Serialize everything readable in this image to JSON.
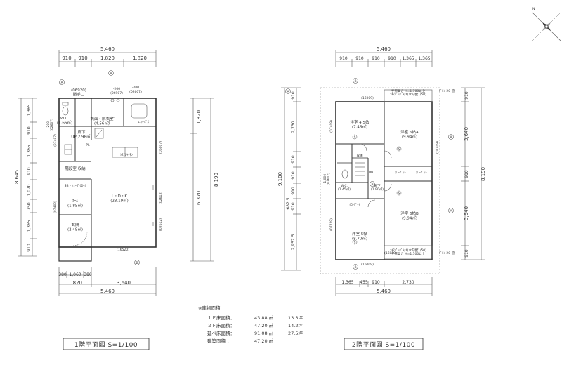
{
  "floor1": {
    "title": "1階平面図 S=1/100",
    "top_total": "5,460",
    "top_dims": [
      "910",
      "910",
      "1,820",
      "1,820"
    ],
    "bottom_dims_a": [
      "380",
      "1,060",
      "380"
    ],
    "bottom_dims_b": [
      "1,820",
      "3,640"
    ],
    "bottom_total": "5,460",
    "left_dims": [
      "1,365",
      "910",
      "1,365",
      "910",
      "1,070",
      "750",
      "1,365",
      "910"
    ],
    "left_total": "8,645",
    "right_dims": [
      "1,820",
      "6,370"
    ],
    "right_total": "8,190",
    "rooms": {
      "katteguchi": "(06920)\n勝手口",
      "senmen": "洗面・脱衣室\n(4.56㎡)",
      "ut": "ﾕﾆｯﾄﾊﾞｽ",
      "wc": "W.C.\n(1.66㎡)",
      "rouka": "廊下\nUP(2.98㎡)",
      "system_kitchen": "ｼｽﾃﾑｷｯﾁﾝ",
      "ldk": "L・D・K\n(23.19㎡)",
      "kaidan": "階段室 収納",
      "shoe": "SB・ｼｭｰｽﾞｸﾛｰｸ",
      "hall": "ﾎｰﾙ\n(1.85㎡)",
      "genkan": "玄関\n(2.49㎡)",
      "pl": "PL"
    },
    "notes": {
      "n200a": "-200",
      "n02607": "(02607)",
      "n06907": "(06907)",
      "n200b": "-200",
      "n16520": "(16520)",
      "n07407": "(07407)",
      "n07409": "(07409)",
      "n02613": "(02613)",
      "n02612": "(02612)",
      "n06007": "(06007)",
      "n200c": "-200\n(02607)"
    }
  },
  "floor2": {
    "title": "2階平面図 S=1/100",
    "top_total": "5,460",
    "top_dims": [
      "910",
      "910",
      "910",
      "910",
      "1,365",
      "1,365"
    ],
    "bottom_dims_a": [
      "1,365",
      "455",
      "910",
      "2,730"
    ],
    "bottom_total": "5,460",
    "left_dims": [
      "910",
      "2,730",
      "910",
      "910",
      "910",
      "910",
      "2,957.5"
    ],
    "left_sub": [
      "682.5"
    ],
    "left_total": "9,100",
    "right_dims": [
      "910",
      "3,640",
      "910",
      "3,640",
      "910"
    ],
    "right_total": "8,190",
    "rooms": {
      "youshitsu45": "洋室 4.5帖\n(7.46㎡)",
      "youshitsu6a": "洋室 6帖A\n(9.94㎡)",
      "youshitsu6b": "洋室 6帖B\n(9.94㎡)",
      "youshitsu5": "洋室 5帖\n(8.70㎡)",
      "wc": "W.C.\n(1.45㎡)",
      "rouka": "廊下\n(1.90㎡)",
      "closet1": "ｸﾛｰｾﾞｯﾄ",
      "closet2": "ｸﾛｰｾﾞｯﾄ",
      "closet3": "ｸﾛｰｾﾞｯﾄ",
      "shuno": "収納",
      "dn": "DN"
    },
    "notes": {
      "n16009a": "(16009)",
      "n16009b": "(16009)",
      "n16019": "(16019)",
      "n07409a": "(07409)",
      "n07409b": "(07409)",
      "n07429": "(07429)",
      "tesuri_top": "手摺高さ H=1,100以上\nｴｷｽﾊﾟﾝﾀﾞﾒﾀﾙ(水勾配1/50)",
      "tesuri_bot": "ｴｷｽﾊﾟﾝﾀﾞﾒﾀﾙ(水勾配1/50)\n手摺高さ H=1,100以上",
      "drain_top": "ﾄﾞﾚﾝ-20-管",
      "drain_bot": "ﾄﾞﾚﾝ-20-管",
      "n1000": "-1,000\n(02607)"
    }
  },
  "areas": {
    "heading": "※建物面積",
    "rows": [
      {
        "label": "１Ｆ床面積：",
        "sqm": "43.88 ㎡",
        "tsubo": "13.3坪"
      },
      {
        "label": "２Ｆ床面積：",
        "sqm": "47.20 ㎡",
        "tsubo": "14.2坪"
      },
      {
        "label": "延べ床面積：",
        "sqm": "91.08 ㎡",
        "tsubo": "27.5坪"
      },
      {
        "label": "建築面積 ：",
        "sqm": "47.20 ㎡",
        "tsubo": ""
      }
    ]
  },
  "markers": {
    "A": "A",
    "B": "B",
    "S": "S"
  },
  "compass": {
    "north": "N"
  },
  "colors": {
    "line": "#555555",
    "wall": "#333333",
    "dash": "#888888"
  }
}
